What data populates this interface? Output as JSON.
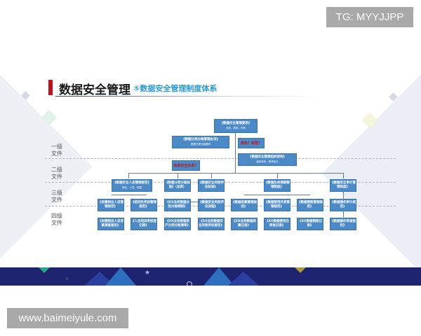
{
  "watermarks": {
    "top_right": "TG: MYYJJPP",
    "bottom_left": "www.baimeiyule.com"
  },
  "slide": {
    "title": "数据安全管理",
    "subtitle": "⑤数据安全管理制度体系",
    "accent_color": "#c0141c",
    "subtitle_color": "#2b9ad6",
    "box_color": "#4c8ac7",
    "footer_color": "#1e2370",
    "levels": [
      {
        "line1": "一级",
        "line2": "文件"
      },
      {
        "line1": "二级",
        "line2": "文件"
      },
      {
        "line1": "三级",
        "line2": "文件"
      },
      {
        "line1": "四级",
        "line2": "文件"
      }
    ],
    "tree": {
      "root": {
        "title": "《数据安全管理要求》",
        "sub": "总则、原则、体系"
      },
      "classification": {
        "title": "《数据分类分级管理办法》",
        "sub": "数据分类分级要求"
      },
      "organization": {
        "title": "《数据安全管理组织架构》",
        "sub": "组织体系、职责划分"
      },
      "questions": {
        "q1": "角色？权限？",
        "q2": "信息安全关系？"
      },
      "level2": [
        {
          "title": "《数据安全人员管理规范》",
          "sub": "岗位、人员、权限"
        },
        {
          "title": "《数据分类分级标准》（总表）"
        },
        {
          "title": "《数据安全风险评估标准》"
        },
        {
          "title": "《数据生命周期管理制度》"
        },
        {
          "title": "《数据安全审计管理制度》"
        }
      ],
      "level3": [
        {
          "title": "《关键岗位人员管理规范》"
        },
        {
          "title": "《培训及考核管理规范》"
        },
        {
          "title": "《XX业务数据分类分级细则》"
        },
        {
          "title": "《数据安全风险评估流程》"
        },
        {
          "title": "《数据采集管理规范》"
        },
        {
          "title": "《数据使用共享管理规范》"
        },
        {
          "title": "《数据销毁管理规范》"
        },
        {
          "title": "《数据操作审计规范》"
        }
      ],
      "level4": [
        {
          "title": "《关键岗位人员背景调查报告》"
        },
        {
          "title": "《人员培训考核登记表》"
        },
        {
          "title": "《XX业务数据资产分类分级清单》"
        },
        {
          "title": "《XX业务数据安全风险评估报告》"
        },
        {
          "title": "《XX业务数据采集记录》"
        },
        {
          "title": "《XX数据使用及审批记录》"
        },
        {
          "title": "《XX数据销毁记录》"
        },
        {
          "title": "《数据操作审查报告》"
        }
      ]
    }
  }
}
